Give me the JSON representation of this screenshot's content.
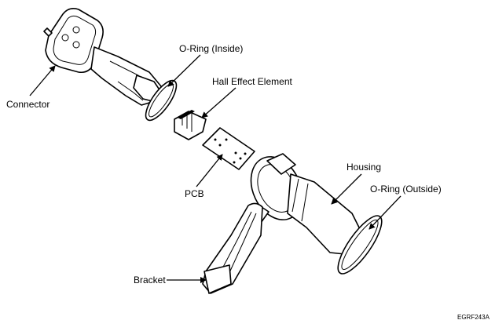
{
  "figure_code": "EGRF243A",
  "labels": {
    "connector": "Connector",
    "o_ring_inside": "O-Ring (Inside)",
    "hall_effect_element": "Hall Effect Element",
    "pcb": "PCB",
    "housing": "Housing",
    "o_ring_outside": "O-Ring (Outside)",
    "bracket": "Bracket"
  }
}
